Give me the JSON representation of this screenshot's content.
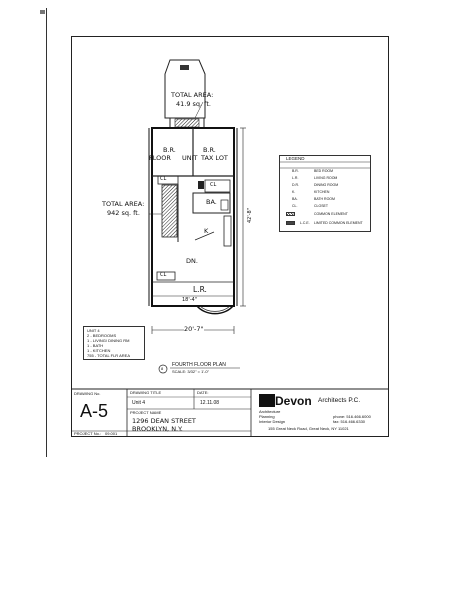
{
  "plan": {
    "total_area_top": "TOTAL AREA:",
    "total_area_top_value": "41.9 sq. ft.",
    "total_area_left": "TOTAL AREA:",
    "total_area_left_value": "942 sq. ft.",
    "rooms": {
      "br": "B.R.",
      "floor": "FLOOR",
      "unit": "UNIT",
      "tax_lot": "TAX LOT",
      "cl1": "CL",
      "cl2": "CL",
      "cl3": "CL",
      "ba": "BA.",
      "k": "K",
      "dn": "DN.",
      "lr": "L.R."
    },
    "dims": {
      "right_side": "42'-8\"",
      "lr_width": "18'-4\"",
      "bottom": "20'-7\""
    },
    "caption_number": "8",
    "caption": "FOURTH FLOOR PLAN",
    "caption_scale": "SCALE: 3/32\" = 1'-0\""
  },
  "legend": {
    "title": "LEGEND",
    "items": [
      {
        "abbr": "B.R.",
        "label": "BED ROOM"
      },
      {
        "abbr": "L.R.",
        "label": "LIVING ROOM"
      },
      {
        "abbr": "D.R.",
        "label": "DINING ROOM"
      },
      {
        "abbr": "K.",
        "label": "KITCHEN"
      },
      {
        "abbr": "BA.",
        "label": "BATH ROOM"
      },
      {
        "abbr": "CL.",
        "label": "CLOSET"
      },
      {
        "abbr": "",
        "label": "COMMON ELEMENT"
      },
      {
        "abbr": "L.C.E.",
        "label": "LIMITED COMMON ELEMENT"
      }
    ]
  },
  "unit_info": {
    "lines": [
      "UNIT 4",
      "2 - BEDROOMS",
      "1 - LIVING/ DINING RM",
      "1 - BATH",
      "1 - KITCHEN",
      "755 - TOTAL FLR AREA"
    ]
  },
  "title_block": {
    "drawing_no_label": "DRAWING No.",
    "drawing_no": "A-5",
    "drawing_title_label": "DRAWING TITLE",
    "drawing_title": "Unit 4",
    "date_label": "DATE:",
    "date": "12.11.08",
    "project_name_label": "PROJECT NAME",
    "project_name_1": "1296 DEAN STREET",
    "project_name_2": "BROOKLYN, N.Y.",
    "project_no_label": "PROJECT No.:",
    "project_no": "09.001",
    "firm_name": "Devon",
    "firm_suffix": "Architects P.C.",
    "services": [
      "Architecture",
      "Planning",
      "Interior Design"
    ],
    "phone": "phone: 516.466.6000",
    "fax": "fax: 516.466.6330",
    "address": "155 Great Neck Road, Great Neck, NY 11021"
  }
}
